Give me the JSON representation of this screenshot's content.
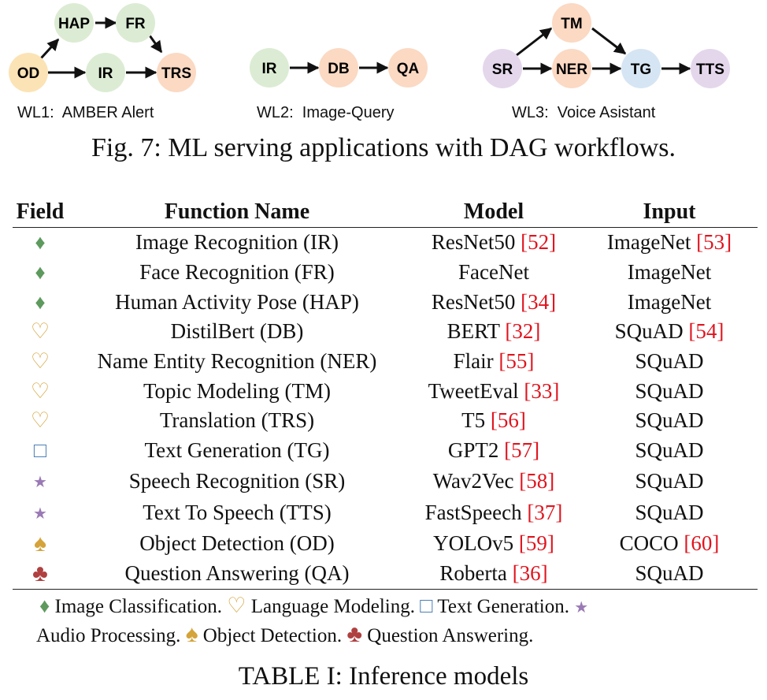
{
  "figure": {
    "workflows": [
      {
        "caption": "WL1:  AMBER Alert",
        "nodes": [
          {
            "label": "OD",
            "color": "#fbe3b5"
          },
          {
            "label": "HAP",
            "color": "#dcecd4"
          },
          {
            "label": "FR",
            "color": "#dcecd4"
          },
          {
            "label": "IR",
            "color": "#dcecd4"
          },
          {
            "label": "TRS",
            "color": "#fbd9c3"
          }
        ],
        "edges": [
          [
            "OD",
            "HAP"
          ],
          [
            "HAP",
            "FR"
          ],
          [
            "FR",
            "TRS"
          ],
          [
            "OD",
            "IR"
          ],
          [
            "IR",
            "TRS"
          ]
        ]
      },
      {
        "caption": "WL2:  Image-Query",
        "nodes": [
          {
            "label": "IR",
            "color": "#dcecd4"
          },
          {
            "label": "DB",
            "color": "#fbd9c3"
          },
          {
            "label": "QA",
            "color": "#fbd9c3"
          }
        ],
        "edges": [
          [
            "IR",
            "DB"
          ],
          [
            "DB",
            "QA"
          ]
        ]
      },
      {
        "caption": "WL3:  Voice Asistant",
        "nodes": [
          {
            "label": "SR",
            "color": "#e4d7ec"
          },
          {
            "label": "TM",
            "color": "#fbd9c3"
          },
          {
            "label": "NER",
            "color": "#fbd9c3"
          },
          {
            "label": "TG",
            "color": "#d6e5f3"
          },
          {
            "label": "TTS",
            "color": "#e4d7ec"
          }
        ],
        "edges": [
          [
            "SR",
            "TM"
          ],
          [
            "TM",
            "TG"
          ],
          [
            "SR",
            "NER"
          ],
          [
            "NER",
            "TG"
          ],
          [
            "TG",
            "TTS"
          ]
        ]
      }
    ],
    "caption": "Fig. 7: ML serving applications with DAG workflows."
  },
  "table": {
    "headers": {
      "field": "Field",
      "function": "Function Name",
      "model": "Model",
      "input": "Input"
    },
    "rows": [
      {
        "field_icon": "diamond-icon",
        "function": "Image Recognition (IR)",
        "model": "ResNet50 ",
        "model_ref": "[52]",
        "input": "ImageNet ",
        "input_ref": "[53]"
      },
      {
        "field_icon": "diamond-icon",
        "function": "Face Recognition (FR)",
        "model": "FaceNet",
        "model_ref": "",
        "input": "ImageNet",
        "input_ref": ""
      },
      {
        "field_icon": "diamond-icon",
        "function": "Human Activity Pose (HAP)",
        "model": "ResNet50 ",
        "model_ref": "[34]",
        "input": "ImageNet",
        "input_ref": ""
      },
      {
        "field_icon": "heart-icon",
        "function": "DistilBert (DB)",
        "model": "BERT ",
        "model_ref": "[32]",
        "input": "SQuAD ",
        "input_ref": "[54]"
      },
      {
        "field_icon": "heart-icon",
        "function": "Name Entity Recognition (NER)",
        "model": "Flair ",
        "model_ref": "[55]",
        "input": "SQuAD",
        "input_ref": ""
      },
      {
        "field_icon": "heart-icon",
        "function": "Topic Modeling (TM)",
        "model": "TweetEval ",
        "model_ref": "[33]",
        "input": "SQuAD",
        "input_ref": ""
      },
      {
        "field_icon": "heart-icon",
        "function": "Translation (TRS)",
        "model": "T5 ",
        "model_ref": "[56]",
        "input": "SQuAD",
        "input_ref": ""
      },
      {
        "field_icon": "square-icon",
        "function": "Text Generation (TG)",
        "model": "GPT2 ",
        "model_ref": "[57]",
        "input": "SQuAD",
        "input_ref": ""
      },
      {
        "field_icon": "star-icon",
        "function": "Speech Recognition (SR)",
        "model": "Wav2Vec ",
        "model_ref": "[58]",
        "input": "SQuAD",
        "input_ref": ""
      },
      {
        "field_icon": "star-icon",
        "function": "Text To Speech (TTS)",
        "model": "FastSpeech ",
        "model_ref": "[37]",
        "input": "SQuAD",
        "input_ref": ""
      },
      {
        "field_icon": "spade-icon",
        "function": "Object Detection (OD)",
        "model": "YOLOv5 ",
        "model_ref": "[59]",
        "input": "COCO ",
        "input_ref": "[60]"
      },
      {
        "field_icon": "club-icon",
        "function": "Question Answering (QA)",
        "model": "Roberta ",
        "model_ref": "[36]",
        "input": "SQuAD",
        "input_ref": ""
      }
    ],
    "legend": {
      "image_classification": "Image Classification.",
      "language_modeling": "Language Modeling.",
      "text_generation": "Text Generation.",
      "audio_processing": "Audio Processing.",
      "object_detection": "Object Detection.",
      "question_answering": "Question Answering."
    },
    "caption": "TABLE I: Inference models"
  },
  "colors": {
    "reference": "#e0141e",
    "image_classification": "#5e9a5e",
    "language_modeling": "#d4a33a",
    "text_generation": "#4a7fb5",
    "audio_processing": "#9a7ab5",
    "object_detection": "#d4a33a",
    "question_answering": "#b04040"
  }
}
